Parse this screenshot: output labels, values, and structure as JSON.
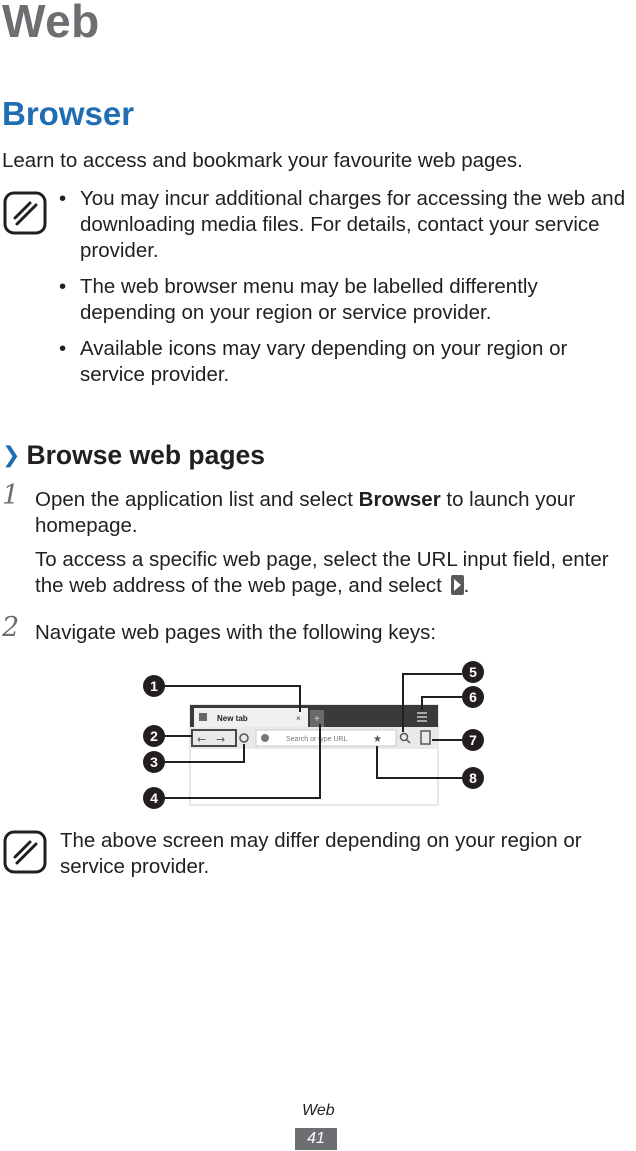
{
  "chapter_title": "Web",
  "section_title": "Browser",
  "intro": "Learn to access and bookmark your favourite web pages.",
  "note_bullets": [
    "You may incur additional charges for accessing the web and downloading media files. For details, contact your service provider.",
    "The web browser menu may be labelled differently depending on your region or service provider.",
    "Available icons may vary depending on your region or service provider."
  ],
  "subsection_title": "Browse web pages",
  "steps": [
    {
      "number": "1",
      "before_bold": "Open the application list and select ",
      "bold": "Browser",
      "after_bold": " to launch your homepage.",
      "sub": "To access a specific web page, select the URL input field, enter the web address of the web page, and select",
      "sub_end": "."
    },
    {
      "number": "2",
      "text": "Navigate web pages with the following keys:"
    }
  ],
  "screenshot": {
    "tab_label": "New tab",
    "url_placeholder": "Search or type URL",
    "callouts": [
      "1",
      "2",
      "3",
      "4",
      "5",
      "6",
      "7",
      "8"
    ]
  },
  "bottom_note": "The above screen may differ depending on your region or service provider.",
  "footer": {
    "label": "Web",
    "page": "41"
  },
  "colors": {
    "accent": "#1f6db3",
    "title_gray": "#6d6e71",
    "callout_fill": "#231f20"
  }
}
